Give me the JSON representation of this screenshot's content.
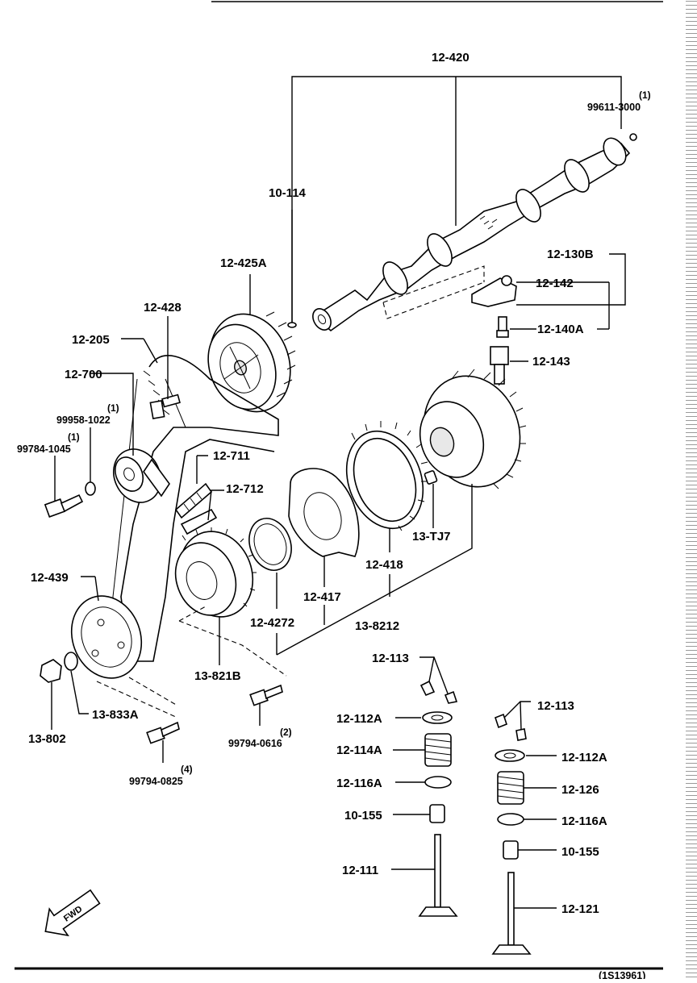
{
  "labels": {
    "l12_420": "12-420",
    "l10_114": "10-114",
    "l99611": "99611-3000",
    "q99611": "(1)",
    "l12_425A": "12-425A",
    "l12_428": "12-428",
    "l12_205": "12-205",
    "l12_700": "12-700",
    "l99958": "99958-1022",
    "q99958": "(1)",
    "l99784": "99784-1045",
    "q99784": "(1)",
    "l12_711": "12-711",
    "l12_712": "12-712",
    "l12_130B": "12-130B",
    "l12_142": "12-142",
    "l12_140A": "12-140A",
    "l12_143": "12-143",
    "l13_TJ7": "13-TJ7",
    "l12_418": "12-418",
    "l12_417": "12-417",
    "l12_4272": "12-4272",
    "l13_8212": "13-8212",
    "l12_439": "12-439",
    "l13_821B": "13-821B",
    "l13_833A": "13-833A",
    "l13_802": "13-802",
    "l99794_0616": "99794-0616",
    "q99794_0616": "(2)",
    "l99794_0825": "99794-0825",
    "q99794_0825": "(4)",
    "l12_113a": "12-113",
    "l12_112Aa": "12-112A",
    "l12_114A": "12-114A",
    "l12_116Aa": "12-116A",
    "l10_155a": "10-155",
    "l12_111": "12-111",
    "l12_113b": "12-113",
    "l12_112Ab": "12-112A",
    "l12_126": "12-126",
    "l12_116Ab": "12-116A",
    "l10_155b": "10-155",
    "l12_121": "12-121",
    "fwd": "FWD",
    "docno": "(1S13961)"
  }
}
